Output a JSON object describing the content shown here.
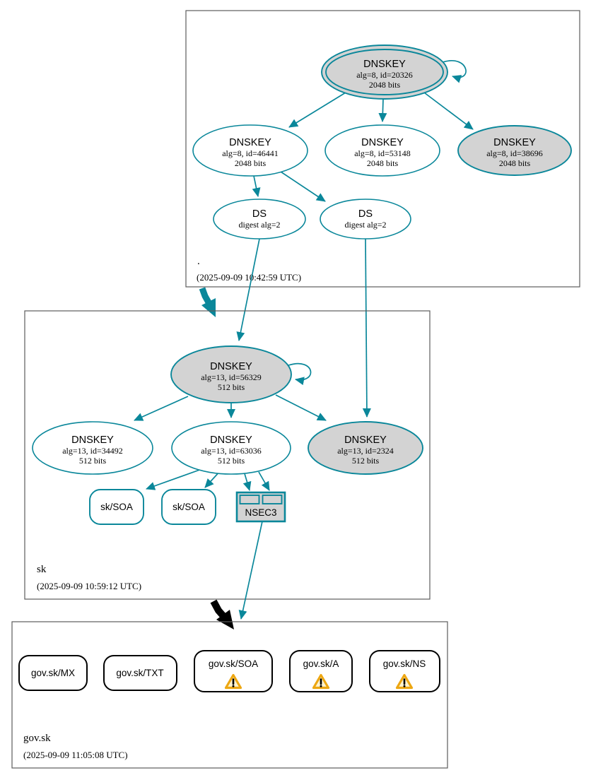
{
  "colors": {
    "secure_accent": "#0a879a",
    "insecure_accent": "#000000",
    "ksk_fill": "#d3d3d3",
    "node_fill": "#ffffff",
    "zone_border": "#5c5c5c",
    "warning_border": "#eda712",
    "warning_fill": "#fdf3cf"
  },
  "zones": {
    "root": {
      "label": ".",
      "timestamp": "(2025-09-09 10:42:59 UTC)",
      "ksk": {
        "title": "DNSKEY",
        "detail": "alg=8, id=20326",
        "bits": "2048 bits"
      },
      "keys": [
        {
          "title": "DNSKEY",
          "detail": "alg=8, id=46441",
          "bits": "2048 bits"
        },
        {
          "title": "DNSKEY",
          "detail": "alg=8, id=53148",
          "bits": "2048 bits"
        },
        {
          "title": "DNSKEY",
          "detail": "alg=8, id=38696",
          "bits": "2048 bits"
        }
      ],
      "ds": [
        {
          "title": "DS",
          "detail": "digest alg=2"
        },
        {
          "title": "DS",
          "detail": "digest alg=2"
        }
      ]
    },
    "sk": {
      "label": "sk",
      "timestamp": "(2025-09-09 10:59:12 UTC)",
      "ksk": {
        "title": "DNSKEY",
        "detail": "alg=13, id=56329",
        "bits": "512 bits"
      },
      "keys": [
        {
          "title": "DNSKEY",
          "detail": "alg=13, id=34492",
          "bits": "512 bits"
        },
        {
          "title": "DNSKEY",
          "detail": "alg=13, id=63036",
          "bits": "512 bits"
        },
        {
          "title": "DNSKEY",
          "detail": "alg=13, id=2324",
          "bits": "512 bits"
        }
      ],
      "rrsets": [
        {
          "label": "sk/SOA"
        },
        {
          "label": "sk/SOA"
        }
      ],
      "nsec3": {
        "label": "NSEC3"
      }
    },
    "govsk": {
      "label": "gov.sk",
      "timestamp": "(2025-09-09 11:05:08 UTC)",
      "rrsets": [
        {
          "label": "gov.sk/MX",
          "warning": false
        },
        {
          "label": "gov.sk/TXT",
          "warning": false
        },
        {
          "label": "gov.sk/SOA",
          "warning": true
        },
        {
          "label": "gov.sk/A",
          "warning": true
        },
        {
          "label": "gov.sk/NS",
          "warning": true
        }
      ]
    }
  }
}
